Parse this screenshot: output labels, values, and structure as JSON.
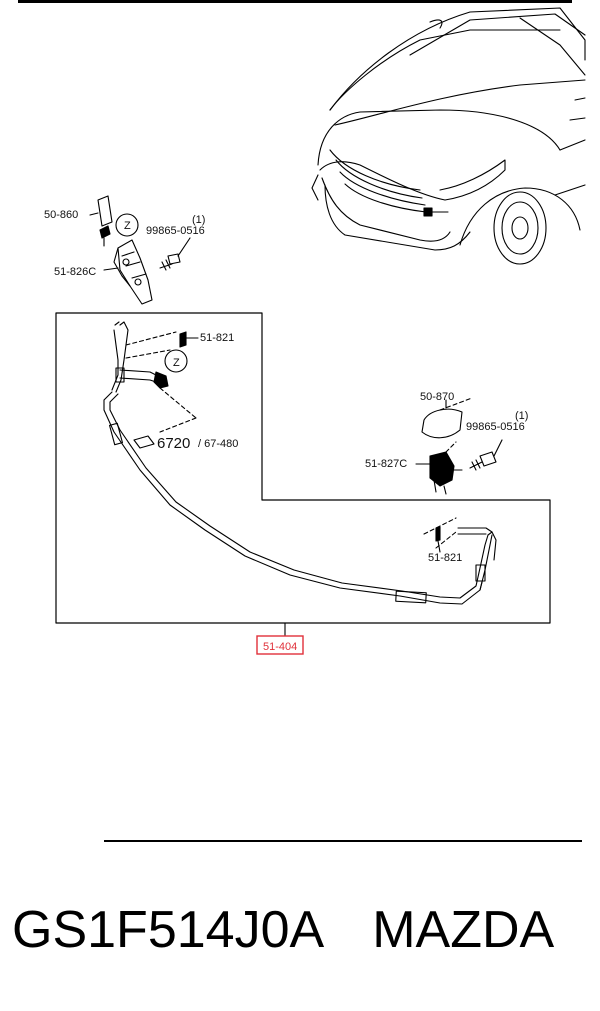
{
  "labels": {
    "p50_860": "50-860",
    "p99865_0516_a": "99865-0516",
    "p99865_0516_a_note": "(1)",
    "p51_826c": "51-826C",
    "z_marker": "Z",
    "p51_821_top": "51-821",
    "ref_6720": "6720",
    "ref_67_480": "/ 67-480",
    "p50_870": "50-870",
    "p99865_0516_b": "99865-0516",
    "p99865_0516_b_note": "(1)",
    "p51_827c": "51-827C",
    "p51_821_bottom": "51-821",
    "p51_404": "51-404"
  },
  "caption": {
    "part_number": "GS1F514J0A",
    "brand": "MAZDA"
  },
  "colors": {
    "line": "#000000",
    "highlight": "#e0303a"
  }
}
